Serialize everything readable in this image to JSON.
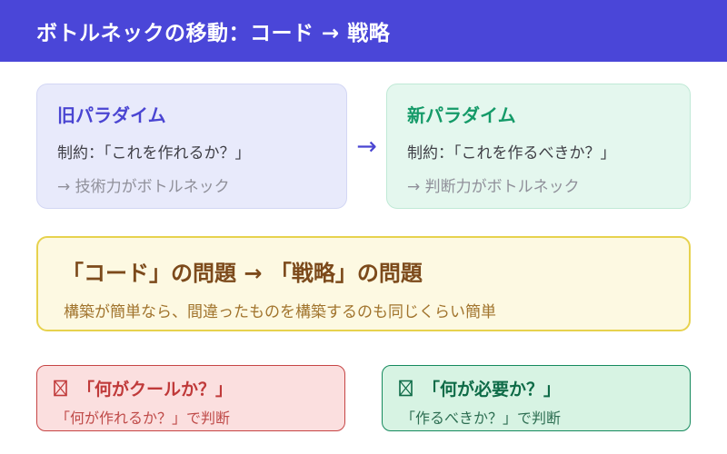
{
  "header": {
    "title": "ボトルネックの移動：コード → 戦略"
  },
  "paradigms": {
    "old": {
      "title": "旧パラダイム",
      "constraint": "制約：「これを作れるか？」",
      "bottleneck": "→ 技術力がボトルネック"
    },
    "arrow_glyph": "→",
    "new": {
      "title": "新パラダイム",
      "constraint": "制約：「これを作るべきか？」",
      "bottleneck": "→ 判断力がボトルネック"
    }
  },
  "shift": {
    "title": "「コード」の問題 → 「戦略」の問題",
    "subtitle": "構築が簡単なら、間違ったものを構築するのも同じくらい簡単"
  },
  "verdicts": {
    "cool": {
      "icon": "missing-glyph-box",
      "title": "「何がクールか？」",
      "subtitle": "「何が作れるか？」で判断"
    },
    "needed": {
      "icon": "missing-glyph-box",
      "title": "「何が必要か？」",
      "subtitle": "「作るべきか？」で判断"
    }
  },
  "colors": {
    "header_bg": "#4a46d8",
    "old_card_bg": "#e8eafb",
    "old_accent": "#4a45d2",
    "new_card_bg": "#e4f7ee",
    "new_accent": "#149a68",
    "shift_bg": "#fdf9e2",
    "shift_border": "#e7d24e",
    "shift_title_text": "#7c4a1b",
    "shift_sub_text": "#a1742d",
    "cool_bg": "#fbdfdf",
    "cool_accent": "#c03a3a",
    "needed_bg": "#d7f3e3",
    "needed_accent": "#0e6b47",
    "body_text": "#3f3f46",
    "muted_text": "#90909a"
  }
}
